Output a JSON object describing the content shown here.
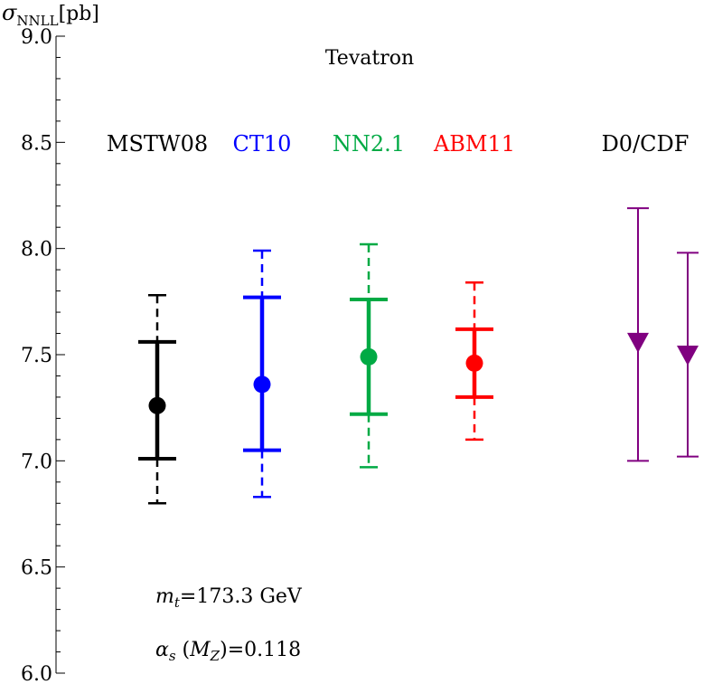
{
  "chart_data": {
    "type": "scatter",
    "title": "Tevatron",
    "ylabel": {
      "symbol": "σ",
      "subscript": "NNLL",
      "unit": "[pb]"
    },
    "ylim": [
      6.0,
      9.0
    ],
    "yticks": [
      "6.0",
      "6.5",
      "7.0",
      "7.5",
      "8.0",
      "8.5",
      "9.0"
    ],
    "grid": false,
    "annotations": {
      "mass": {
        "symbol": "m",
        "subscript": "t",
        "text": "=173.3 GeV"
      },
      "alpha": {
        "symbol": "α",
        "subscript": "s",
        "arg_open": " (",
        "arg_symbol": "M",
        "arg_subscript": "Z",
        "text": ")=0.118"
      }
    },
    "series": [
      {
        "name": "MSTW08",
        "color": "#000000",
        "central": 7.26,
        "scale_band": [
          7.01,
          7.56
        ],
        "pdf_band": [
          6.8,
          7.78
        ],
        "marker": "circle"
      },
      {
        "name": "CT10",
        "color": "#0000ff",
        "central": 7.36,
        "scale_band": [
          7.05,
          7.77
        ],
        "pdf_band": [
          6.83,
          7.99
        ],
        "marker": "circle"
      },
      {
        "name": "NN2.1",
        "color": "#00aa44",
        "central": 7.49,
        "scale_band": [
          7.22,
          7.76
        ],
        "pdf_band": [
          6.97,
          8.02
        ],
        "marker": "circle"
      },
      {
        "name": "ABM11",
        "color": "#ff0000",
        "central": 7.46,
        "scale_band": [
          7.3,
          7.62
        ],
        "pdf_band": [
          7.1,
          7.84
        ],
        "marker": "circle"
      }
    ],
    "measurement": {
      "name": "D0/CDF",
      "color": "#800080",
      "marker": "triangle-down",
      "points": [
        {
          "central": 7.56,
          "error": [
            7.0,
            8.19
          ]
        },
        {
          "central": 7.5,
          "error": [
            7.02,
            7.98
          ]
        }
      ]
    }
  }
}
